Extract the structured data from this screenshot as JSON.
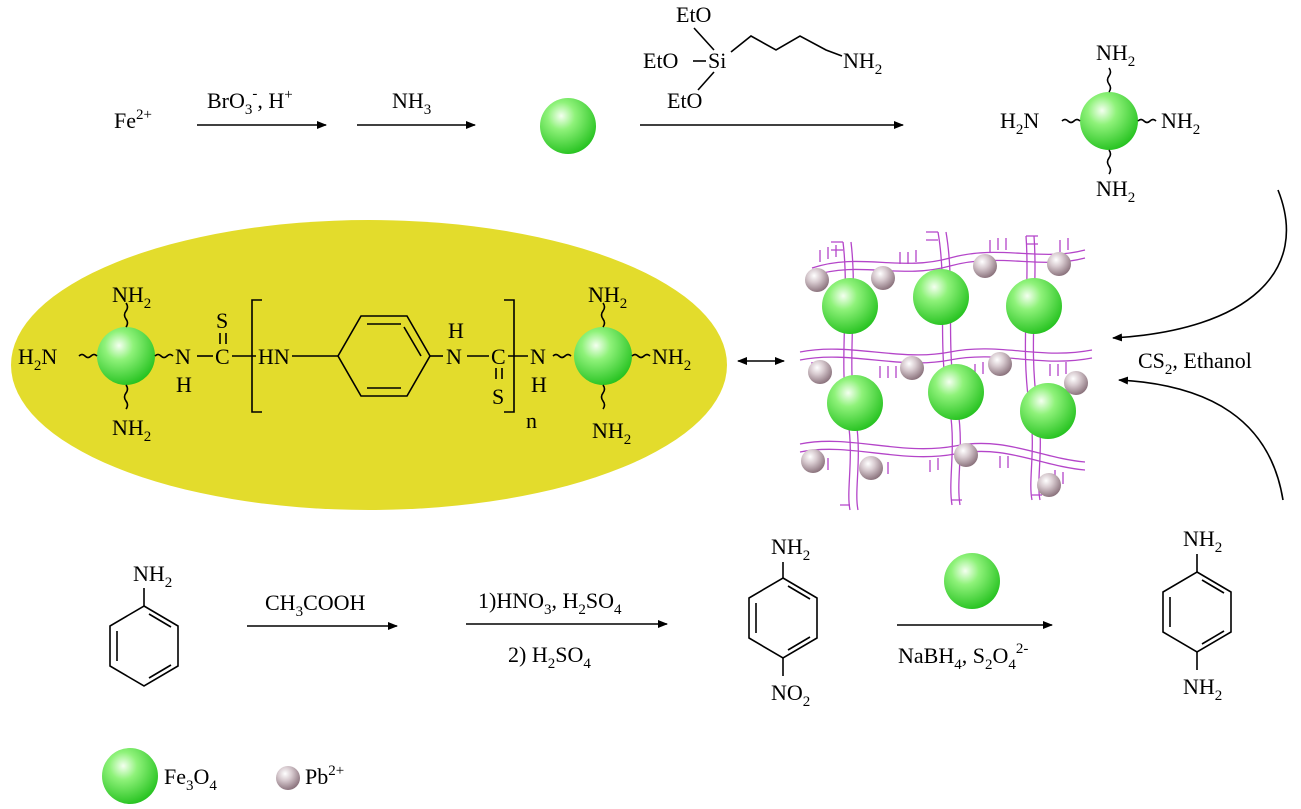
{
  "colors": {
    "highlight": "#e3dc2c",
    "sphere_fe3o4": "#33d92f",
    "sphere_pb": "#a08c96",
    "network": "#b445c9"
  },
  "row1": {
    "fe2": {
      "base": "Fe",
      "sup": "2+"
    },
    "step1": {
      "a": "BrO",
      "a_sub": "3",
      "a_sup": "-",
      "b": ", H",
      "b_sup": "+"
    },
    "step2": {
      "base": "NH",
      "sub": "3"
    },
    "silane": {
      "eto1": "EtO",
      "eto2": "EtO",
      "eto3": "EtO",
      "si": "Si",
      "nh2": {
        "base": "NH",
        "sub": "2"
      }
    }
  },
  "amine_sphere": {
    "top": {
      "base": "NH",
      "sub": "2"
    },
    "bottom": {
      "base": "NH",
      "sub": "2"
    },
    "left": {
      "base": "H",
      "sub": "2",
      "tail": "N"
    },
    "right": {
      "base": "NH",
      "sub": "2"
    }
  },
  "polymer": {
    "left_top": {
      "base": "NH",
      "sub": "2"
    },
    "left_bottom": {
      "base": "NH",
      "sub": "2"
    },
    "left_left": {
      "base": "H",
      "sub": "2",
      "tail": "N"
    },
    "nh_n": "N",
    "nh_h": "H",
    "s_top": "S",
    "c1": "C",
    "hn": "HN",
    "h2_top": "H",
    "n2": "N",
    "c2": "C",
    "s_bottom": "S",
    "nh3_n": "N",
    "nh3_h": "H",
    "repeat_n": "n",
    "right_top": {
      "base": "NH",
      "sub": "2"
    },
    "right_bottom": {
      "base": "NH",
      "sub": "2"
    },
    "right_right": {
      "base": "NH",
      "sub": "2"
    }
  },
  "side_reagent": {
    "cs2": "CS",
    "cs2_sub": "2",
    "solvent": ", Ethanol"
  },
  "row3": {
    "aniline": {
      "base": "NH",
      "sub": "2"
    },
    "step_a": {
      "t1": "CH",
      "s1": "3",
      "t2": "COOH"
    },
    "step_b1": {
      "t1": "1)HNO",
      "s1": "3",
      "t2": ", H",
      "s2": "2",
      "t3": "SO",
      "s3": "4"
    },
    "step_b2": {
      "t1": "2) H",
      "s1": "2",
      "t2": "SO",
      "s2": "4"
    },
    "nitro_top": {
      "base": "NH",
      "sub": "2"
    },
    "nitro_bottom": {
      "base": "NO",
      "sub": "2"
    },
    "step_c": {
      "t1": "NaBH",
      "s1": "4",
      "t2": ", S",
      "s2": "2",
      "t3": "O",
      "s3": "4",
      "sup": "2-"
    },
    "pda_top": {
      "base": "NH",
      "sub": "2"
    },
    "pda_bottom": {
      "base": "NH",
      "sub": "2"
    }
  },
  "legend": {
    "fe3o4": {
      "t1": "Fe",
      "s1": "3",
      "t2": "O",
      "s2": "4"
    },
    "pb": {
      "base": "Pb",
      "sup": "2+"
    }
  }
}
